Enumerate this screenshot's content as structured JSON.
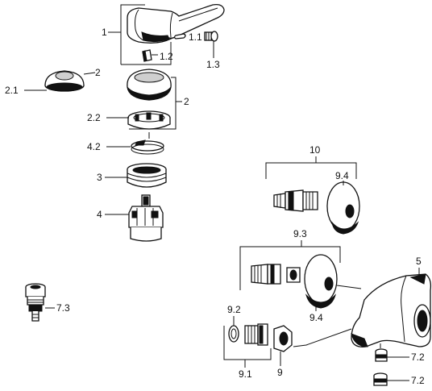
{
  "labels": {
    "l1": "1",
    "l1_1": "1.1",
    "l1_2": "1.2",
    "l1_3": "1.3",
    "l2_left": "2",
    "l2_1": "2.1",
    "l2_right": "2",
    "l2_2": "2.2",
    "l4_2": "4.2",
    "l3": "3",
    "l4": "4",
    "l7_3": "7.3",
    "l10": "10",
    "l9_4_top": "9.4",
    "l9_3": "9.3",
    "l5": "5",
    "l9_2": "9.2",
    "l9_4_bottom": "9.4",
    "l9_1": "9.1",
    "l9": "9",
    "l7_2_a": "7.2",
    "l7_2_b": "7.2"
  }
}
